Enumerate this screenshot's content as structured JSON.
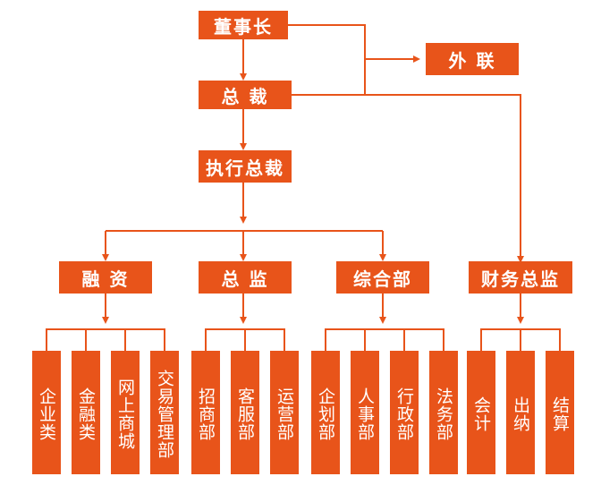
{
  "colors": {
    "accent": "#e8541a",
    "text": "#ffffff",
    "background": "#ffffff"
  },
  "nodes": {
    "chairman": "董事长",
    "external": "外 联",
    "president": "总 裁",
    "executive_president": "执行总裁",
    "financing": "融 资",
    "director": "总 监",
    "general_affairs": "综合部",
    "finance_director": "财务总监"
  },
  "leaves": {
    "financing": [
      "企业类",
      "金融类",
      "网上商城",
      "交易管理部"
    ],
    "director": [
      "招商部",
      "客服部",
      "运营部"
    ],
    "general_affairs": [
      "企划部",
      "人事部",
      "行政部",
      "法务部"
    ],
    "finance_director": [
      "会计",
      "出纳",
      "结算"
    ]
  }
}
